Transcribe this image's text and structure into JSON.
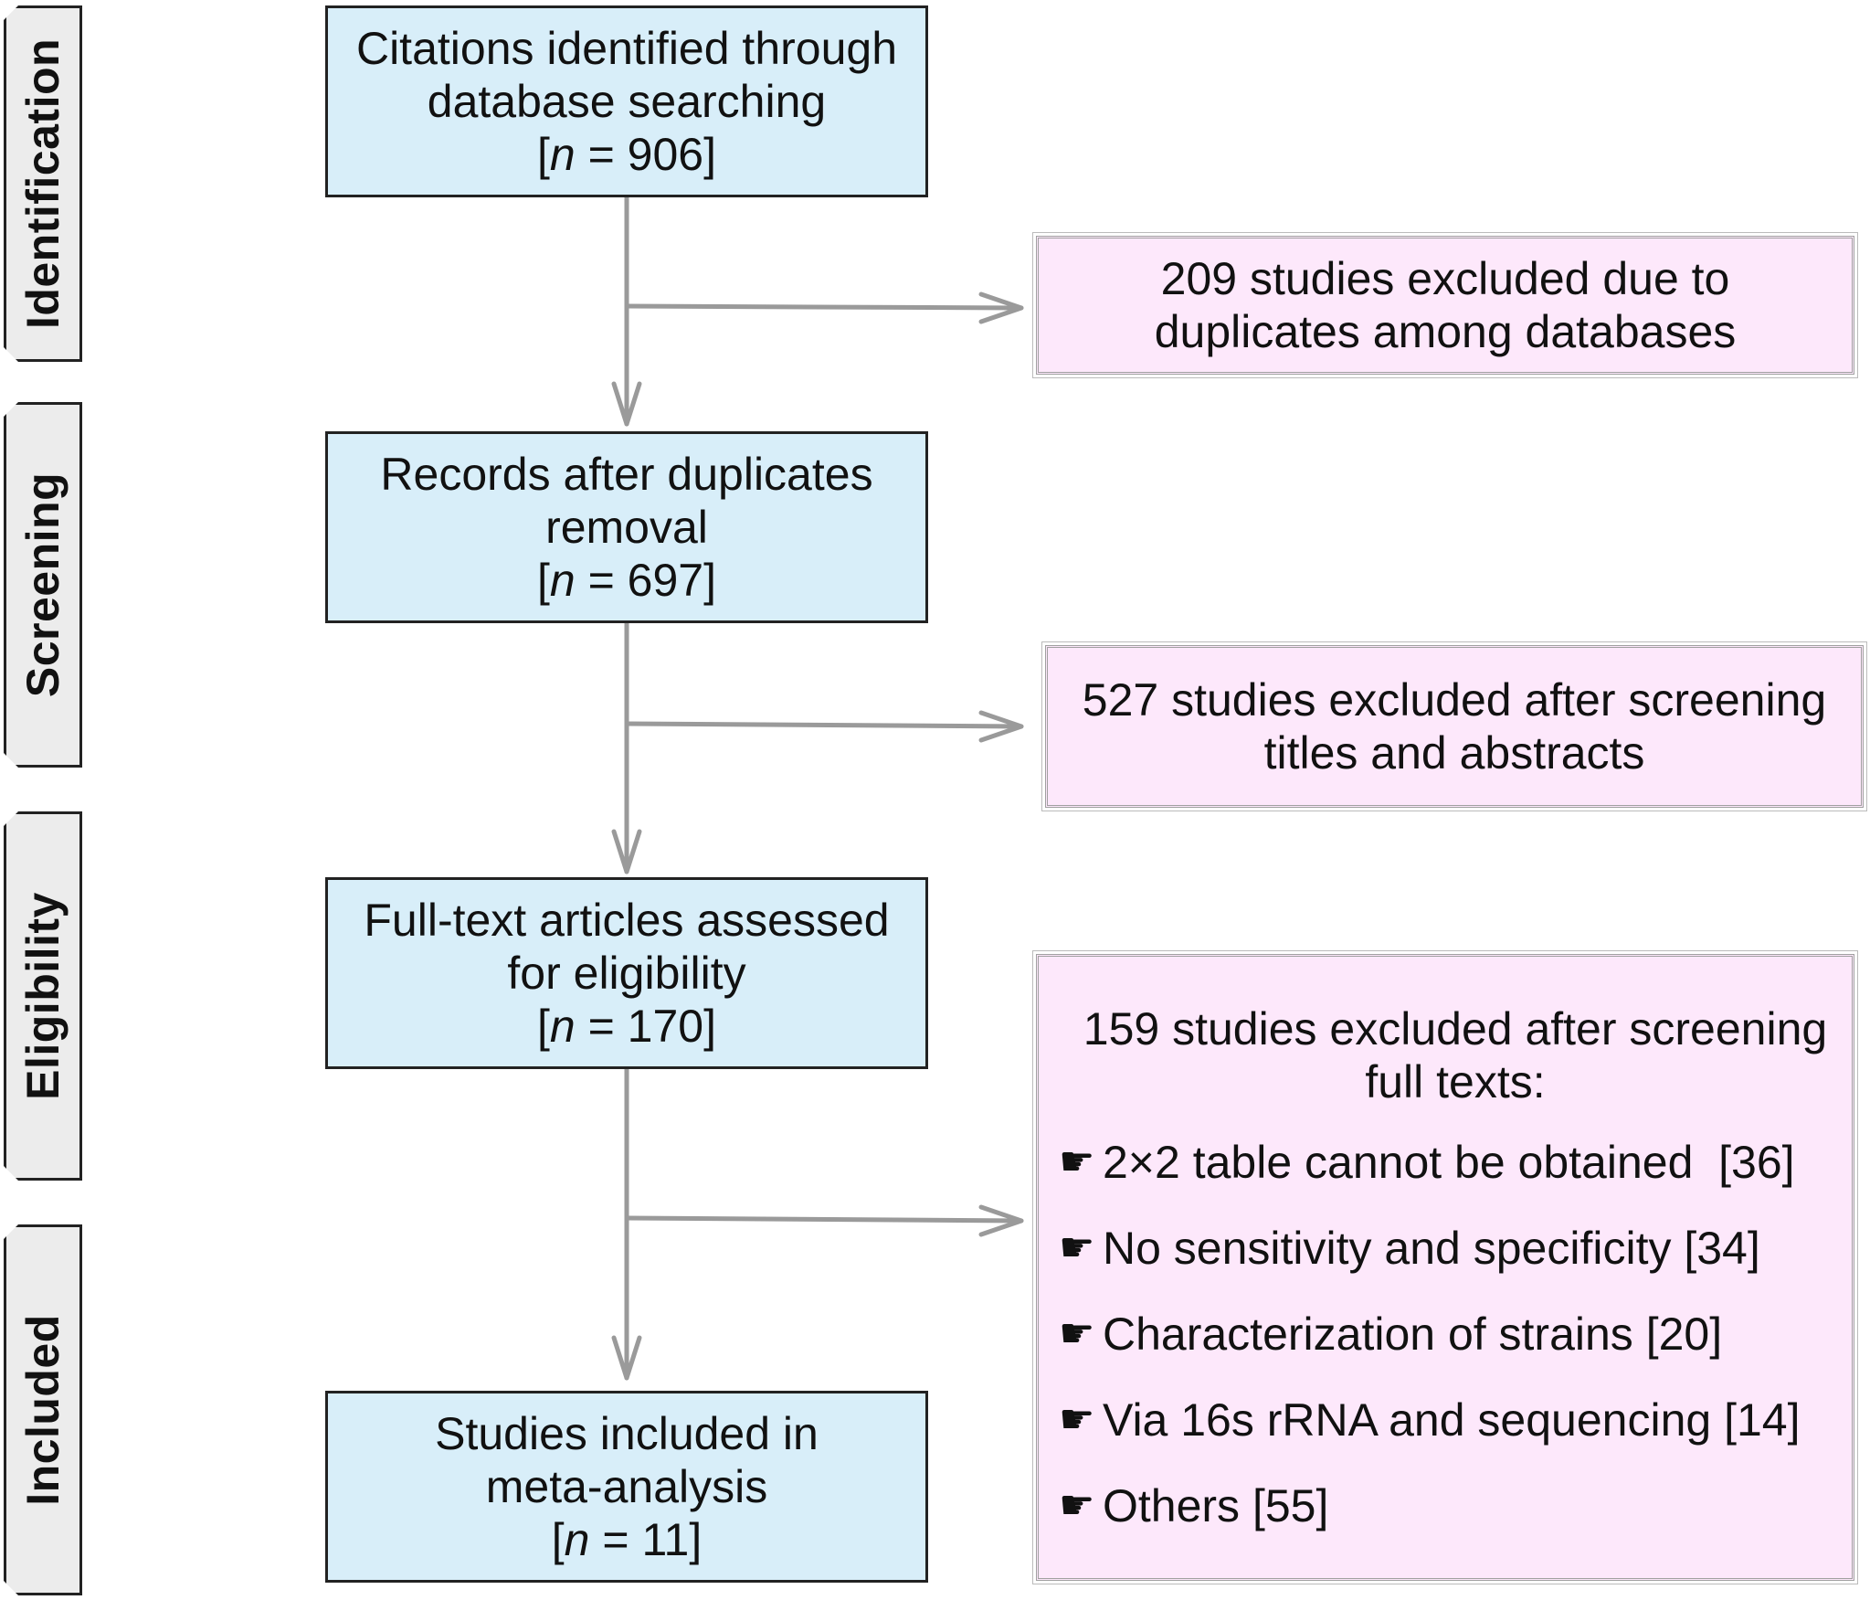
{
  "stages": [
    {
      "label": "Identification"
    },
    {
      "label": "Screening"
    },
    {
      "label": "Eligibility"
    },
    {
      "label": "Included"
    }
  ],
  "main_boxes": [
    {
      "lines": [
        "Citations identified through",
        "database searching"
      ],
      "count_prefix": "[",
      "n_symbol": "n",
      "count_suffix": " = 906]"
    },
    {
      "lines": [
        "Records after duplicates",
        "removal"
      ],
      "count_prefix": "[",
      "n_symbol": "n",
      "count_suffix": " = 697]"
    },
    {
      "lines": [
        "Full-text articles assessed",
        "for eligibility"
      ],
      "count_prefix": "[",
      "n_symbol": "n",
      "count_suffix": " = 170]"
    },
    {
      "lines": [
        "Studies included in",
        "meta-analysis"
      ],
      "count_prefix": "[",
      "n_symbol": "n",
      "count_suffix": " = 11]"
    }
  ],
  "exclusion_boxes": [
    {
      "lines": [
        "209 studies excluded due to",
        "duplicates among databases"
      ]
    },
    {
      "lines": [
        "527 studies excluded after screening",
        "titles and abstracts"
      ]
    },
    {
      "lines": [
        "159 studies excluded after screening",
        "full texts:"
      ],
      "bullet_icon": "pointing-hand-icon",
      "bullet_glyph": "☛",
      "reasons": [
        "2×2 table cannot be obtained  [36]",
        "No sensitivity and specificity [34]",
        "Characterization of strains [20]",
        "Via 16s rRNA and sequencing [14]",
        "Others [55]"
      ]
    }
  ],
  "colors": {
    "main_box_fill": "#d8eef9",
    "exclusion_box_fill": "#fde8fb",
    "stage_tab_fill": "#ececec",
    "arrow": "#9a9a9a"
  }
}
